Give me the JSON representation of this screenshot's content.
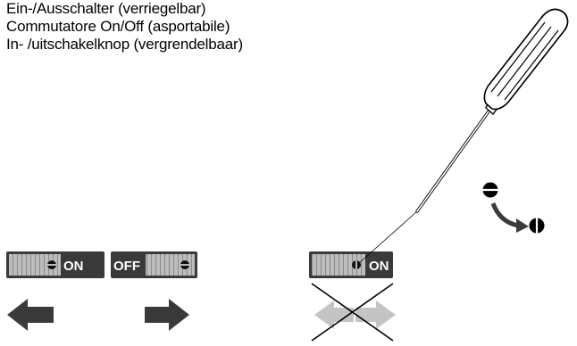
{
  "caption": {
    "line_de": "Ein-/Ausschalter (verriegelbar)",
    "line_it": "Commutatore On/Off (asportabile)",
    "line_nl": "In- /uitschakelknop (vergrendelbaar)"
  },
  "switches": {
    "switch_on_label": "ON",
    "switch_off_label": "OFF",
    "switch_locked_label": "ON"
  },
  "colors": {
    "switch_body": "#3a3a3a",
    "switch_slider": "#b9b9b9",
    "arrow": "#3a3a3a",
    "blocked_arrow": "#c4c4c4"
  },
  "icons": {
    "left_arrow": "arrow-left-icon",
    "right_arrow": "arrow-right-icon",
    "blocked": "cross-icon",
    "screwdriver": "screwdriver-icon",
    "rotate": "rotate-clockwise-icon"
  }
}
